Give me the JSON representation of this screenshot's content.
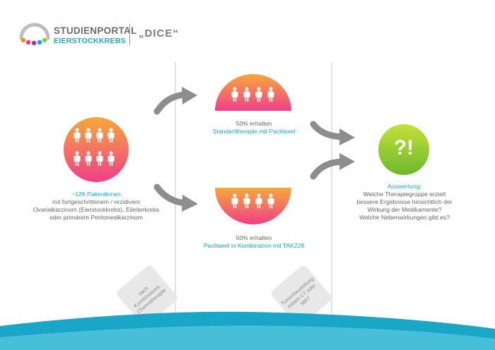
{
  "header": {
    "brand_line1": "STUDIENPORTAL",
    "brand_line2": "EIERSTOCKKREBS",
    "study_title": "„DICE“"
  },
  "patients": {
    "count_label": "~126 Patientinnen",
    "desc_lines": [
      "mit fortgeschrittenem / rezidivem",
      "Ovarialkarzinom (Eierstockkrebs), Eileiterkrebs",
      "oder primärem Peritonealkarzinom"
    ]
  },
  "group_top": {
    "share_label": "50% erhalten",
    "therapy_label": "Standarttherapie mit Paclitaxel"
  },
  "group_bottom": {
    "share_label": "50% erhalten",
    "therapy_label": "Paclitaxel in Kombination mit TAK228"
  },
  "evaluation": {
    "symbol": "?!",
    "title": "Auswertung:",
    "lines": [
      "Welche Therapiegruppe erzielt",
      "bessere Ergebnisse hinsichtlich der",
      "Wirkung der Medikamente?",
      "Welche Nebenwirkungen gibt es?"
    ]
  },
  "phase_tags": {
    "tag1_lines": [
      "nach Kombinations-",
      "Chemotherapie"
    ],
    "tag2_lines": [
      "Tumorbeurteilung",
      "mittels CT oder MRT"
    ]
  },
  "colors": {
    "teal": "#1aa7c7",
    "gradient_top": "#f7a83a",
    "gradient_bottom": "#ef3f8a",
    "green_top": "#c4e03a",
    "green_bottom": "#6db82c",
    "arrow_gray": "#8d8d8d"
  }
}
